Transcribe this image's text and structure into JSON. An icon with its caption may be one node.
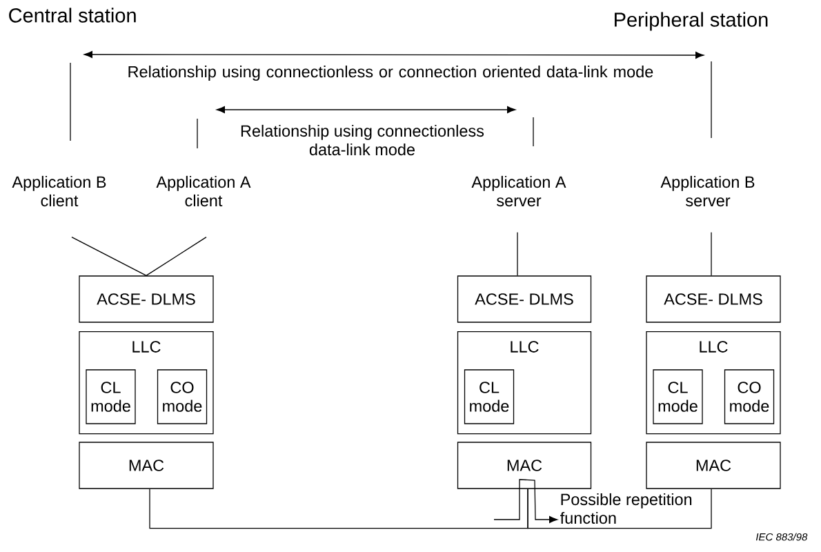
{
  "diagram": {
    "nodes": [
      {
        "text": [
          "Application B client"
        ]
      },
      {
        "text": [
          "Application A client"
        ]
      },
      {
        "text": [
          "Application A server"
        ]
      },
      {
        "text": [
          "Application B server"
        ]
      },
      {
        "text": [
          "ACSE- DLMS"
        ]
      },
      {
        "text": [
          "LLC"
        ]
      },
      {
        "text": [
          "CL mode"
        ],
        "in": 5
      },
      {
        "text": [
          "CO mode"
        ],
        "in": 5
      },
      {
        "text": [
          "MAC"
        ]
      },
      {
        "text": [
          "ACSE- DLMS"
        ]
      },
      {
        "text": [
          "LLC"
        ]
      },
      {
        "text": [
          "CL mode"
        ],
        "in": 10
      },
      {
        "text": [
          "MAC"
        ]
      },
      {
        "text": [
          "ACSE- DLMS"
        ]
      },
      {
        "text": [
          "LLC"
        ]
      },
      {
        "text": [
          "CL mode"
        ],
        "in": 14
      },
      {
        "text": [
          "CO mode"
        ],
        "in": 14
      },
      {
        "text": [
          "MAC"
        ]
      },
      {
        "text": [
          "Possible repetition function"
        ]
      }
    ],
    "edges": [
      {
        "from": 0,
        "to": 4,
        "arrow": "none"
      },
      {
        "from": 1,
        "to": 4,
        "arrow": "none"
      },
      {
        "from": 2,
        "to": 9,
        "arrow": "none"
      },
      {
        "from": 3,
        "to": 13,
        "arrow": "none"
      },
      {
        "from": 8,
        "to": 12,
        "arrow": "none"
      },
      {
        "from": 12,
        "to": 17,
        "arrow": "none"
      },
      {
        "from": null,
        "to": 18,
        "arrow": "to"
      }
    ],
    "labels": [
      "Central station",
      "Peripheral station",
      "Relationship using connectionless or connection oriented data-link mode",
      "Relationship using connectionless data-link mode",
      "IEC 883/98"
    ]
  }
}
